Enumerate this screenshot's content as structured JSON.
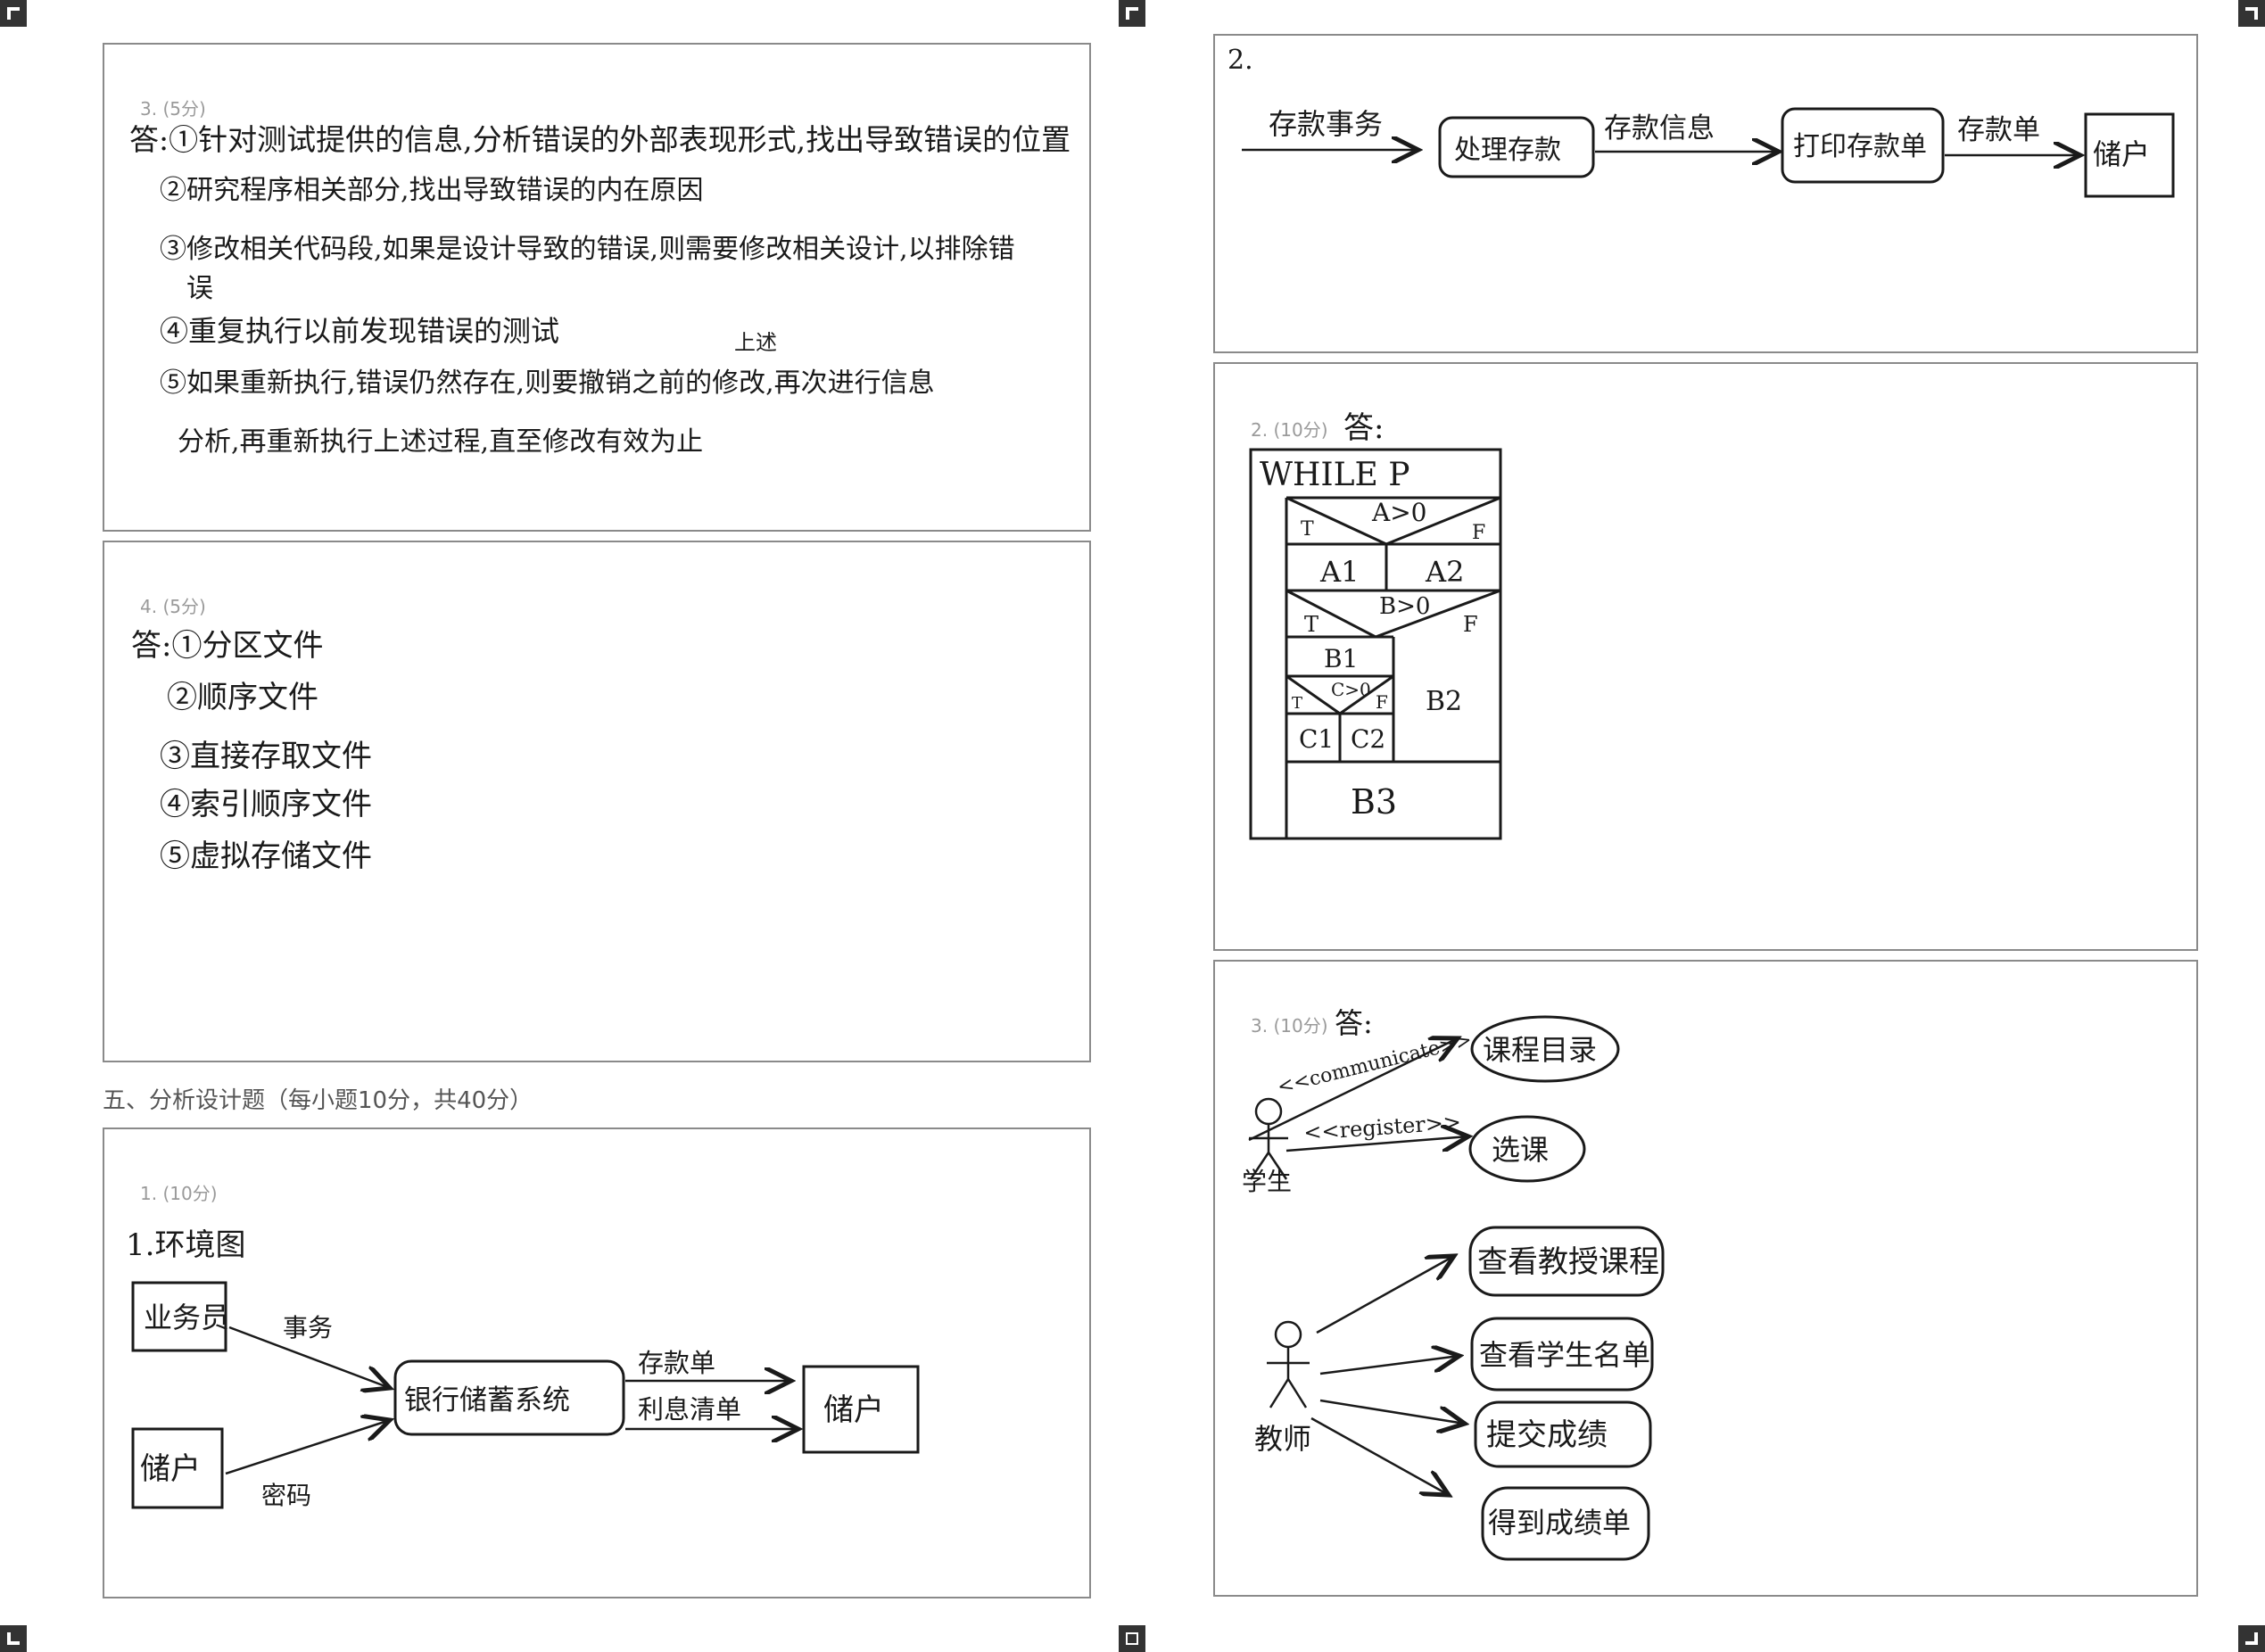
{
  "left": {
    "q3": {
      "label": "3. (5分)",
      "lines": [
        "答:①针对测试提供的信息,分析错误的外部表现形式,找出导致错误的位置",
        "②研究程序相关部分,找出导致错误的内在原因",
        "③修改相关代码段,如果是设计导致的错误,则需要修改相关设计,以排除错",
        "误",
        "④重复执行以前发现错误的测试",
        "⑤如果重新执行,错误仍然存在,则要撤销之前的修改,再次进行信息",
        "分析,再重新执行上述过程,直至修改有效为止"
      ],
      "correction": "上述"
    },
    "q4": {
      "label": "4. (5分)",
      "lines": [
        "答:①分区文件",
        "②顺序文件",
        "③直接存取文件",
        "④索引顺序文件",
        "⑤虚拟存储文件"
      ]
    },
    "section5_title": "五、分析设计题（每小题10分，共40分）",
    "q1": {
      "label": "1. (10分)",
      "heading": "1.环境图",
      "nodes": {
        "clerk": "业务员",
        "depositor_in": "储户",
        "system": "银行储蓄系统",
        "depositor_out": "储户"
      },
      "flows": {
        "transaction": "事务",
        "password": "密码",
        "deposit_slip": "存款单",
        "interest_list": "利息清单"
      }
    }
  },
  "right": {
    "q2_top": {
      "label": "2.",
      "flow_in": "存款事务",
      "process1": "处理存款",
      "flow_mid": "存款信息",
      "process2": "打印存款单",
      "flow_out": "存款单",
      "sink": "储户"
    },
    "q2_box": {
      "label": "2. (10分)",
      "answer": "答:",
      "nsd": {
        "while": "WHILE  P",
        "cond_a": "A>0",
        "a1": "A1",
        "a2": "A2",
        "cond_b": "B>0",
        "b1": "B1",
        "b2": "B2",
        "cond_c": "C>0",
        "c1": "C1",
        "c2": "C2",
        "b3": "B3",
        "t": "T",
        "f": "F"
      }
    },
    "q3": {
      "label": "3. (10分)",
      "answer": "答:",
      "student": "学生",
      "teacher": "教师",
      "communicate": "<<communicate>>",
      "register": "<<register>>",
      "uc_catalog": "课程目录",
      "uc_select": "选课",
      "uc_prof_courses": "查看教授课程",
      "uc_student_list": "查看学生名单",
      "uc_submit": "提交成绩",
      "uc_report": "得到成绩单"
    }
  }
}
